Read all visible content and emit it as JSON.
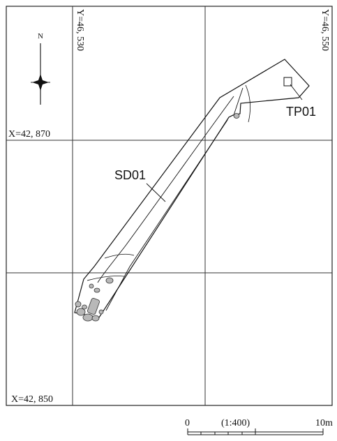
{
  "north": {
    "label": "N"
  },
  "grid": {
    "y_labels": [
      "Y=46, 530",
      "Y=46, 550"
    ],
    "x_labels": [
      "X=42, 870",
      "X=42, 850"
    ]
  },
  "features": {
    "ditch": {
      "label": "SD01"
    },
    "pit": {
      "label": "TP01"
    }
  },
  "scale_bar": {
    "start_label": "0",
    "ratio_label": "(1:400)",
    "end_label": "10m"
  }
}
